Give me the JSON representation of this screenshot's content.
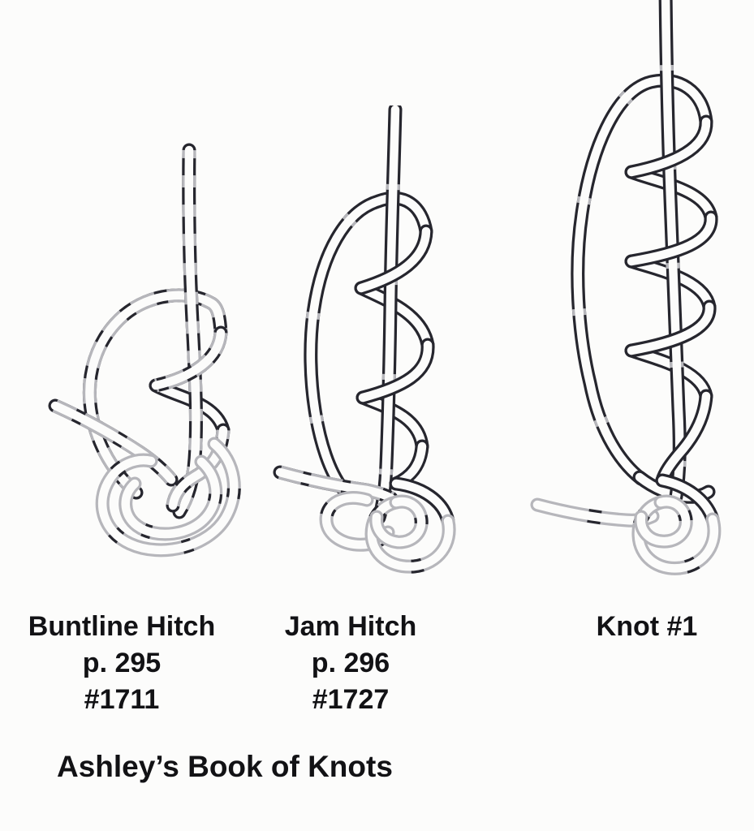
{
  "colors": {
    "ink": "#26262e",
    "gray": "#b6b6bb",
    "paper": "#fcfcfb",
    "text": "#121215"
  },
  "figure": {
    "knots": [
      {
        "id": "buntline-hitch",
        "name": "Buntline Hitch",
        "page_ref": "p. 295",
        "number": "#1711"
      },
      {
        "id": "jam-hitch",
        "name": "Jam Hitch",
        "page_ref": "p. 296",
        "number": "#1727"
      },
      {
        "id": "knot-1",
        "name": "Knot #1",
        "page_ref": "",
        "number": ""
      }
    ],
    "source_title": "Ashley’s Book of Knots"
  }
}
